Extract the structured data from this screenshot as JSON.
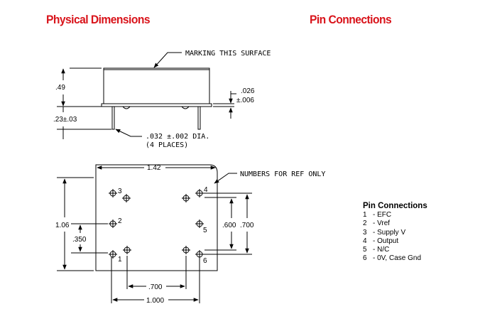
{
  "headings": {
    "physical": "Physical Dimensions",
    "pins": "Pin Connections"
  },
  "colors": {
    "heading": "#d9141b",
    "lines": "#000000"
  },
  "side_view": {
    "marking_note": "MARKING THIS SURFACE",
    "height": ".49",
    "pin_diameter": ".026",
    "pin_diameter_tol": "±.006",
    "standoff": ".23±.03",
    "pin_note_line1": ".032 ±.002 DIA.",
    "pin_note_line2": "(4 PLACES)"
  },
  "top_view": {
    "length": "1.42",
    "ref_note": "NUMBERS FOR REF ONLY",
    "width": "1.06",
    "offset_350": ".350",
    "spacing_600": ".600",
    "spacing_700_v": ".700",
    "spacing_700_h": ".700",
    "spacing_1000": "1.000",
    "pin_labels": [
      "1",
      "2",
      "3",
      "4",
      "5",
      "6"
    ]
  },
  "pin_table": {
    "title": "Pin Connections",
    "rows": [
      {
        "num": "1",
        "desc": "- EFC"
      },
      {
        "num": "2",
        "desc": "- Vref"
      },
      {
        "num": "3",
        "desc": "- Supply V"
      },
      {
        "num": "4",
        "desc": "- Output"
      },
      {
        "num": "5",
        "desc": "- N/C"
      },
      {
        "num": "6",
        "desc": "- 0V, Case Gnd"
      }
    ]
  }
}
